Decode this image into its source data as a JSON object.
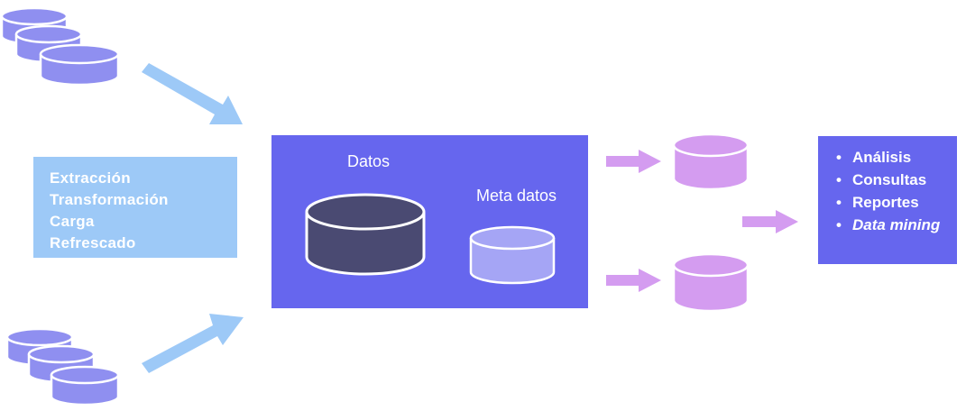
{
  "etl_box": {
    "lines": [
      "Extracción",
      "Transformación",
      "Carga",
      "Refrescado"
    ]
  },
  "warehouse": {
    "datos_label": "Datos",
    "meta_label": "Meta datos"
  },
  "uses": {
    "bullet": "•",
    "items": [
      "Análisis",
      "Consultas",
      "Reportes",
      "Data mining"
    ]
  },
  "colors": {
    "source_db": "#8f8ff0",
    "source_arrow": "#9dc9f7",
    "warehouse": "#6666ee",
    "datos_db": "#4a4a72",
    "meta_db": "#a5a5f5",
    "mart_db": "#d49cf0",
    "mart_arrow": "#d49cf0",
    "uses_box": "#6666ee"
  }
}
